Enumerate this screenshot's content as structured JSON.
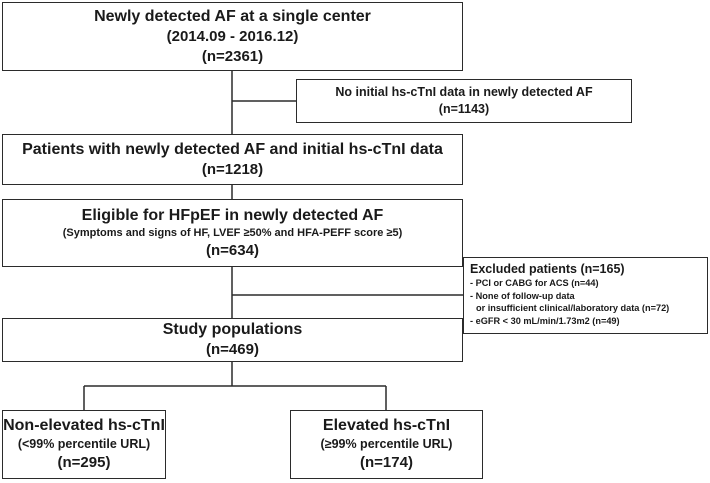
{
  "boxes": {
    "initial": {
      "title": "Newly detected AF at a single center",
      "period": "(2014.09 - 2016.12)",
      "n": "(n=2361)"
    },
    "no_data": {
      "title": "No initial hs-cTnI data in newly detected AF",
      "n": "(n=1143)"
    },
    "with_data": {
      "title": "Patients with newly detected AF and initial hs-cTnI data",
      "n": "(n=1218)"
    },
    "eligible": {
      "title": "Eligible for HFpEF in newly detected AF",
      "criteria": "(Symptoms and signs of HF, LVEF ≥50% and HFA-PEFF score ≥5)",
      "n": "(n=634)"
    },
    "excluded": {
      "title": "Excluded patients (n=165)",
      "items": [
        "- PCI or CABG for ACS (n=44)",
        "- None of follow-up data",
        "  or insufficient clinical/laboratory data (n=72)",
        "- eGFR < 30 mL/min/1.73m2 (n=49)"
      ]
    },
    "study": {
      "title": "Study populations",
      "n": "(n=469)"
    },
    "non_elevated": {
      "title": "Non-elevated hs-cTnI",
      "criteria": "(<99% percentile URL)",
      "n": "(n=295)"
    },
    "elevated": {
      "title": "Elevated hs-cTnI",
      "criteria": "(≥99% percentile URL)",
      "n": "(n=174)"
    }
  }
}
